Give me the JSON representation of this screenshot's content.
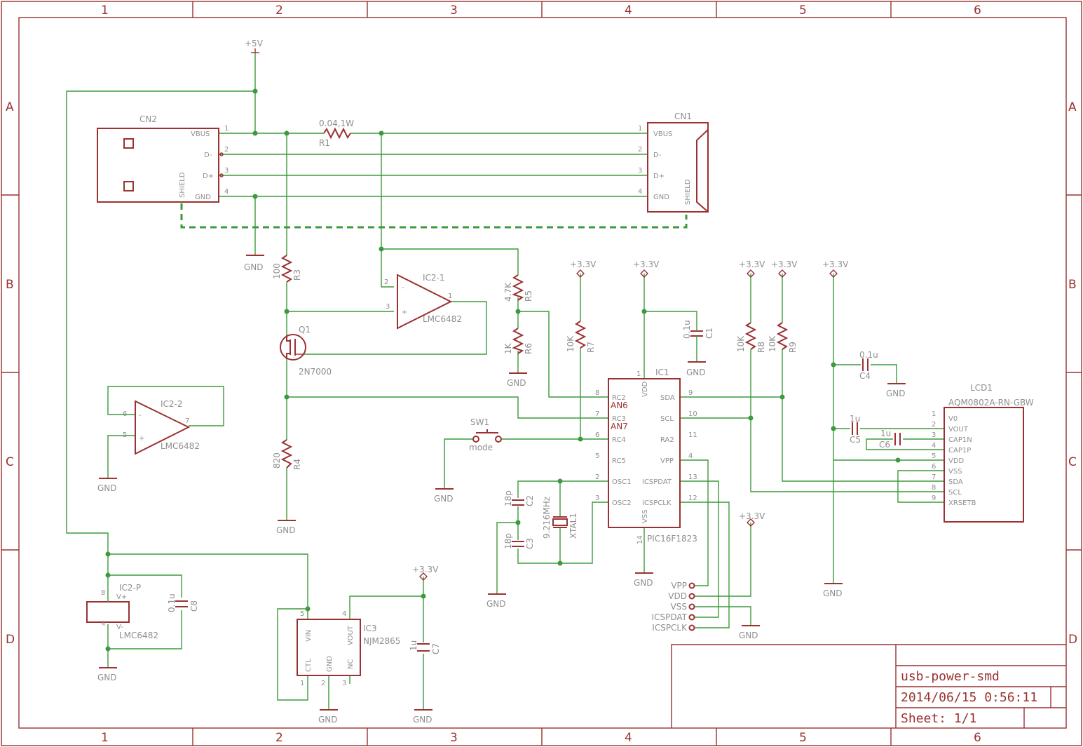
{
  "frame": {
    "columns": [
      "1",
      "2",
      "3",
      "4",
      "5",
      "6"
    ],
    "rows": [
      "A",
      "B",
      "C",
      "D"
    ]
  },
  "title_block": {
    "name": "usb-power-smd",
    "date": "2014/06/15 0:56:11",
    "sheet": "Sheet: 1/1"
  },
  "components": {
    "cn2": {
      "ref": "CN2",
      "pins": [
        "VBUS",
        "D-",
        "D+",
        "GND"
      ],
      "pin_numbers": [
        "1",
        "2",
        "3",
        "4"
      ],
      "shield": "SHIELD"
    },
    "cn1": {
      "ref": "CN1",
      "pins": [
        "VBUS",
        "D-",
        "D+",
        "GND"
      ],
      "pin_numbers": [
        "1",
        "2",
        "3",
        "4"
      ],
      "shield": "SHIELD"
    },
    "r1": {
      "ref": "R1",
      "value": "0.04,1W"
    },
    "r3": {
      "ref": "R3",
      "value": "100"
    },
    "r4": {
      "ref": "R4",
      "value": "820"
    },
    "r5": {
      "ref": "R5",
      "value": "4.7K"
    },
    "r6": {
      "ref": "R6",
      "value": "1K"
    },
    "r7": {
      "ref": "R7",
      "value": "10K"
    },
    "r8": {
      "ref": "R8",
      "value": "10K"
    },
    "r9": {
      "ref": "R9",
      "value": "10K"
    },
    "q1": {
      "ref": "Q1",
      "value": "2N7000"
    },
    "ic2_1": {
      "ref": "IC2-1",
      "value": "LMC6482",
      "pins": [
        "2",
        "3",
        "1"
      ]
    },
    "ic2_2": {
      "ref": "IC2-2",
      "value": "LMC6482",
      "pins": [
        "6",
        "5",
        "7"
      ]
    },
    "ic2_p": {
      "ref": "IC2-P",
      "value": "LMC6482",
      "vplus": "V+",
      "vminus": "V-",
      "pins": [
        "8",
        "4"
      ]
    },
    "c1": {
      "ref": "C1",
      "value": "0.1u"
    },
    "c2": {
      "ref": "C2",
      "value": "18p"
    },
    "c3": {
      "ref": "C3",
      "value": "18p"
    },
    "c4": {
      "ref": "C4",
      "value": "0.1u"
    },
    "c5": {
      "ref": "C5",
      "value": "1u"
    },
    "c6": {
      "ref": "C6",
      "value": "1u"
    },
    "c7": {
      "ref": "C7",
      "value": "1u"
    },
    "c8": {
      "ref": "C8",
      "value": "0.1u"
    },
    "xtal1": {
      "ref": "XTAL1",
      "value": "9.216MHz"
    },
    "sw1": {
      "ref": "SW1",
      "value": "mode"
    },
    "ic1": {
      "ref": "IC1",
      "value": "PIC16F1823",
      "left_pins": [
        {
          "num": "8",
          "name": "RC2",
          "alt": "AN6"
        },
        {
          "num": "7",
          "name": "RC3",
          "alt": "AN7"
        },
        {
          "num": "6",
          "name": "RC4",
          "alt": ""
        },
        {
          "num": "5",
          "name": "RC5",
          "alt": ""
        },
        {
          "num": "2",
          "name": "OSC1",
          "alt": ""
        },
        {
          "num": "3",
          "name": "OSC2",
          "alt": ""
        }
      ],
      "right_pins": [
        {
          "num": "9",
          "name": "SDA"
        },
        {
          "num": "10",
          "name": "SCL"
        },
        {
          "num": "11",
          "name": "RA2"
        },
        {
          "num": "4",
          "name": "VPP"
        },
        {
          "num": "13",
          "name": "ICSPDAT"
        },
        {
          "num": "12",
          "name": "ICSPCLK"
        }
      ],
      "top_pin": {
        "num": "1",
        "name": "VDD"
      },
      "bottom_pin": {
        "num": "14",
        "name": "VSS"
      }
    },
    "ic3": {
      "ref": "IC3",
      "value": "NJM2865",
      "pins": [
        {
          "num": "5",
          "name": "VIN"
        },
        {
          "num": "4",
          "name": "VOUT"
        },
        {
          "num": "1",
          "name": "CTL"
        },
        {
          "num": "2",
          "name": "GND"
        },
        {
          "num": "3",
          "name": "NC"
        }
      ]
    },
    "lcd1": {
      "ref": "LCD1",
      "value": "AQM0802A-RN-GBW",
      "pins": [
        {
          "num": "1",
          "name": "V0"
        },
        {
          "num": "2",
          "name": "VOUT"
        },
        {
          "num": "3",
          "name": "CAP1N"
        },
        {
          "num": "4",
          "name": "CAP1P"
        },
        {
          "num": "5",
          "name": "VDD"
        },
        {
          "num": "6",
          "name": "VSS"
        },
        {
          "num": "7",
          "name": "SDA"
        },
        {
          "num": "8",
          "name": "SCL"
        },
        {
          "num": "9",
          "name": "XRSETB"
        }
      ]
    },
    "icsp": {
      "pins": [
        "VPP",
        "VDD",
        "VSS",
        "ICSPDAT",
        "ICSPCLK"
      ]
    }
  },
  "supplies": {
    "p5v": "+5V",
    "p33v": "+3.3V",
    "gnd": "GND"
  }
}
